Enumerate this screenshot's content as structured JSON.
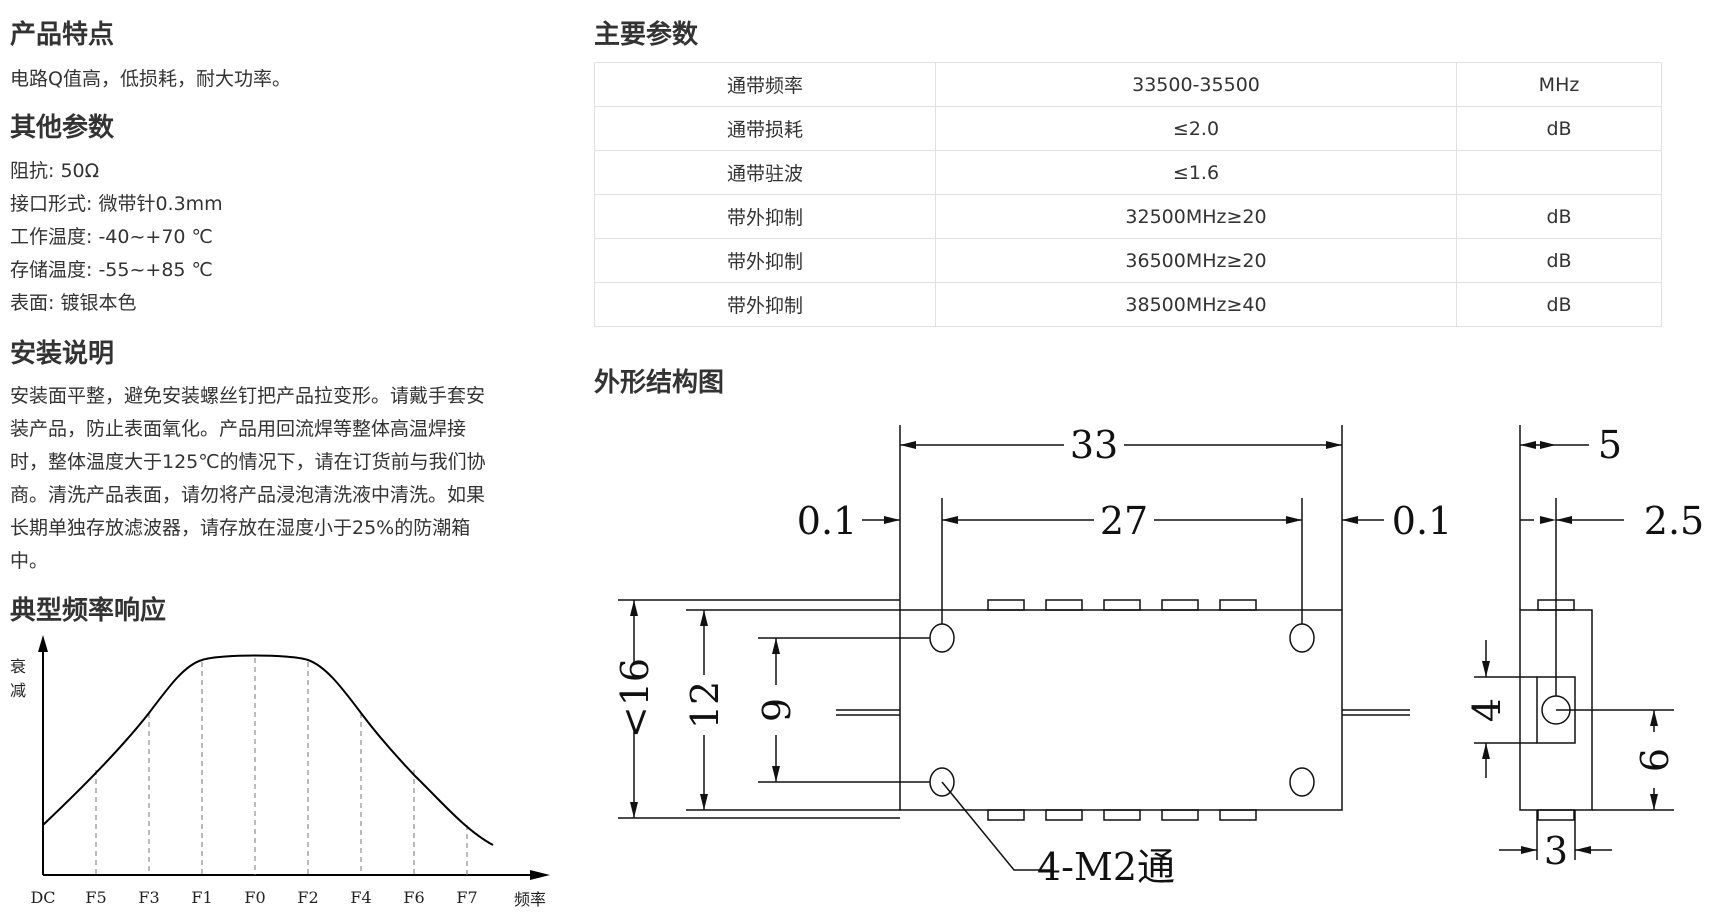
{
  "features": {
    "title": "产品特点",
    "text": "电路Q值高，低损耗，耐大功率。"
  },
  "other": {
    "title": "其他参数",
    "items": [
      "阻抗: 50Ω",
      "接口形式: 微带针0.3mm",
      "工作温度: -40~+70 ℃",
      "存储温度: -55~+85 ℃",
      "表面: 镀银本色"
    ]
  },
  "install": {
    "title": "安装说明",
    "lines": [
      "安装面平整，避免安装螺丝钉把产品拉变形。请戴手套安",
      "装产品，防止表面氧化。产品用回流焊等整体高温焊接",
      "时，整体温度大于125℃的情况下，请在订货前与我们协",
      "商。清洗产品表面，请勿将产品浸泡清洗液中清洗。如果",
      "长期单独存放滤波器，请存放在湿度小于25%的防潮箱",
      "中。"
    ]
  },
  "response": {
    "title": "典型频率响应",
    "ylabel_1": "衰",
    "ylabel_2": "减",
    "xlabel": "频率",
    "ticks": [
      "DC",
      "F5",
      "F3",
      "F1",
      "F0",
      "F2",
      "F4",
      "F6",
      "F7"
    ]
  },
  "params": {
    "title": "主要参数",
    "rows": [
      {
        "name": "通带频率",
        "value": "33500-35500",
        "unit": "MHz"
      },
      {
        "name": "通带损耗",
        "value": "≤2.0",
        "unit": "dB"
      },
      {
        "name": "通带驻波",
        "value": "≤1.6",
        "unit": ""
      },
      {
        "name": "带外抑制",
        "value": "32500MHz≥20",
        "unit": "dB"
      },
      {
        "name": "带外抑制",
        "value": "36500MHz≥20",
        "unit": "dB"
      },
      {
        "name": "带外抑制",
        "value": "38500MHz≥40",
        "unit": "dB"
      }
    ]
  },
  "drawing": {
    "title": "外形结构图",
    "dim_33": "33",
    "dim_27": "27",
    "dim_01_left": "0.1",
    "dim_01_right": "0.1",
    "dim_16": "<16",
    "dim_12": "12",
    "dim_9": "9",
    "dim_5": "5",
    "dim_25": "2.5",
    "dim_4": "4",
    "dim_6": "6",
    "dim_3": "3",
    "hole_label": "4-M2通"
  }
}
